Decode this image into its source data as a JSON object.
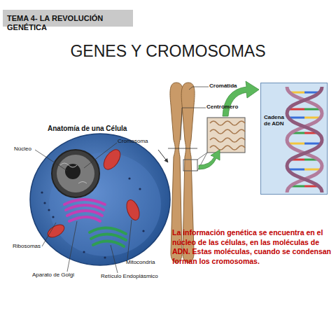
{
  "diagram": {
    "title": "GENES Y CROMOSOMAS",
    "nodes": [
      {
        "text": [
          "TEMA 4- LA REVOLUCIÓN GENÉTICA"
        ]
      },
      {
        "text": [
          "Cadena de ADN"
        ]
      }
    ],
    "labels": [
      "Anatomía de una Célula",
      "Núcleo",
      "Cromosoma",
      "Ribosomas",
      "Aparato de Golgi",
      "Mitocondria",
      "Retículo Endoplásmico",
      "Cromátida",
      "Centrómero",
      "La información genética se encuentra en el núcleo de las células, en las moléculas de ADN. Estas moléculas, cuando se condensan forman los cromosomas."
    ]
  }
}
